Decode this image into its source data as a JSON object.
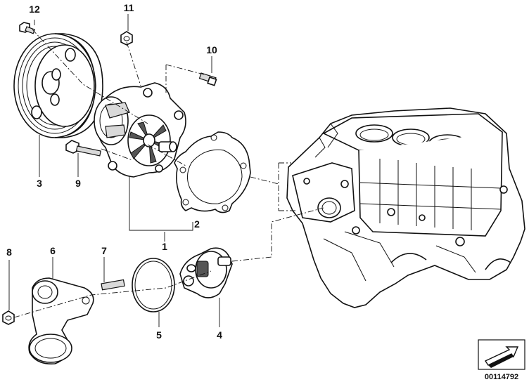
{
  "callouts": {
    "c1": "1",
    "c2": "2",
    "c3": "3",
    "c4": "4",
    "c5": "5",
    "c6": "6",
    "c7": "7",
    "c8": "8",
    "c9": "9",
    "c10": "10",
    "c11": "11",
    "c12": "12"
  },
  "document_number": "00114792"
}
